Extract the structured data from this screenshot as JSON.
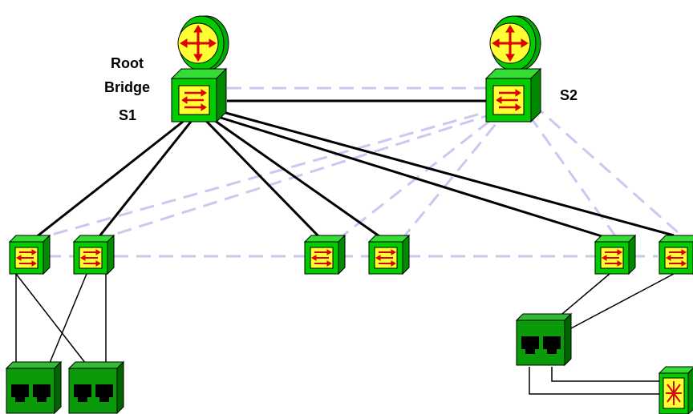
{
  "labels": {
    "root_line1": "Root",
    "root_line2": "Bridge",
    "s1": "S1",
    "s2": "S2"
  },
  "colors": {
    "background": "#ffffff",
    "device_green": "#00cc00",
    "device_green_dark": "#008a00",
    "device_face_yellow": "#ffff33",
    "arrow_red": "#dd0000",
    "active_link": "#000000",
    "blocked_link": "#c8c8f0",
    "patch_panel_green": "#0a8a0a"
  },
  "icons": {
    "router": "router-icon",
    "switch": "switch-icon",
    "patch_panel": "patch-panel-icon",
    "hub": "hub-icon"
  }
}
